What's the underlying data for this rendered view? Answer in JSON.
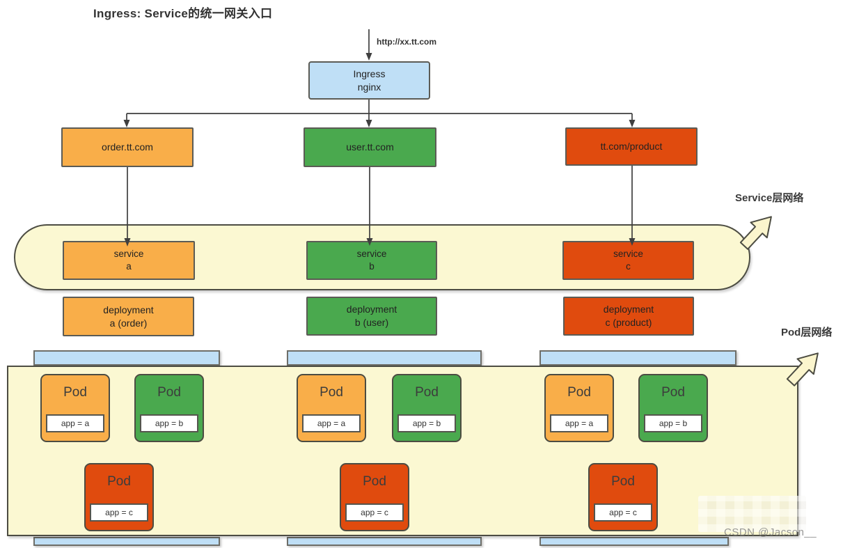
{
  "title": "Ingress: Service的统一网关入口",
  "ingress_url": "http://xx.tt.com",
  "ingress": {
    "line1": "Ingress",
    "line2": "nginx"
  },
  "hosts": [
    {
      "label": "order.tt.com"
    },
    {
      "label": "user.tt.com"
    },
    {
      "label": "tt.com/product"
    }
  ],
  "layers": {
    "service_label": "Service层网络",
    "pod_label": "Pod层网络"
  },
  "services": [
    {
      "line1": "service",
      "line2": "a"
    },
    {
      "line1": "service",
      "line2": "b"
    },
    {
      "line1": "service",
      "line2": "c"
    }
  ],
  "deployments": [
    {
      "line1": "deployment",
      "line2": "a (order)"
    },
    {
      "line1": "deployment",
      "line2": "b (user)"
    },
    {
      "line1": "deployment",
      "line2": "c (product)"
    }
  ],
  "pods": {
    "title": "Pod",
    "labels": {
      "a": "app = a",
      "b": "app = b",
      "c": "app = c"
    }
  },
  "watermark": {
    "text": "CSDN @Jacson__"
  },
  "colors": {
    "blue": "#bfdff6",
    "orange": "#f9ae49",
    "green": "#4aa94e",
    "red": "#e04b0e",
    "yellow_band": "#fbf8d2",
    "border_dark": "#4c4c42",
    "connector_line": "#3f3f3f"
  }
}
